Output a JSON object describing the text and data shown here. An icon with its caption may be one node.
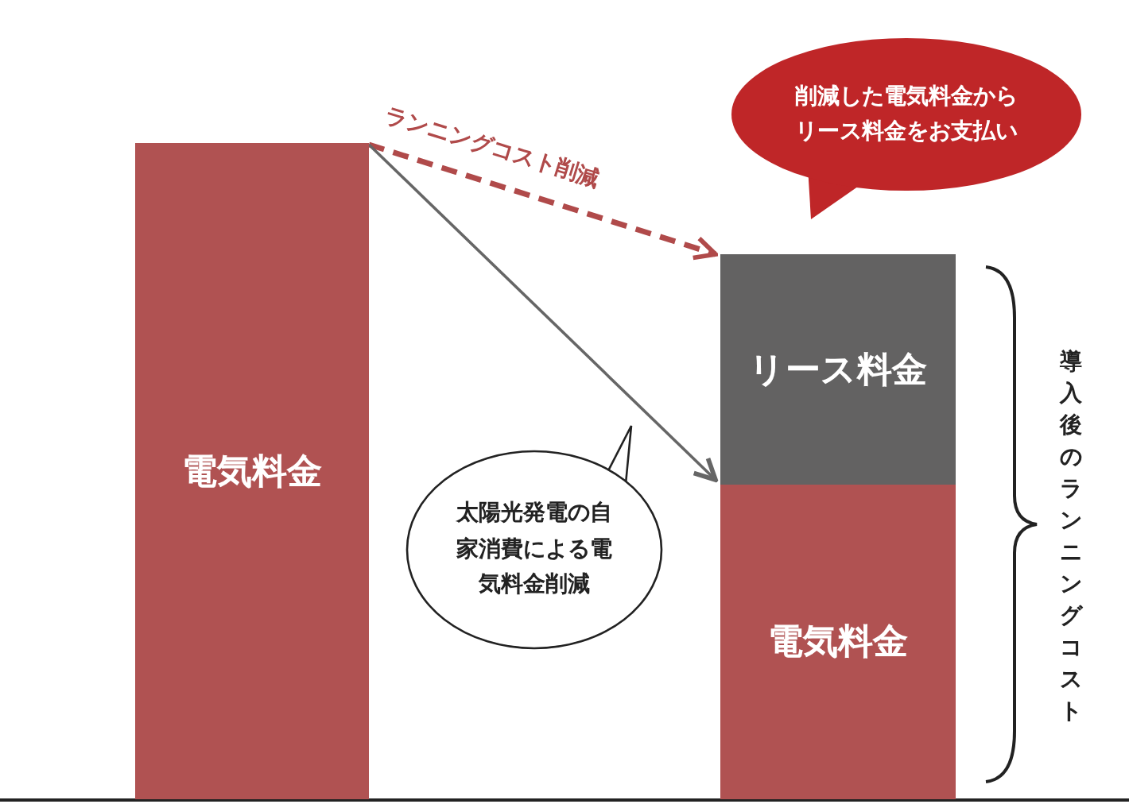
{
  "diagram": {
    "nodes": [
      {
        "text": [
          "電気料金"
        ]
      },
      {
        "text": [
          "リース料金"
        ]
      },
      {
        "text": [
          "電気料金"
        ]
      },
      {
        "text": [
          "削減した電気料金からリース料金をお支払い"
        ]
      },
      {
        "text": [
          "太陽光発電の自家消費による電気料金削減"
        ]
      }
    ],
    "edges": [
      {
        "from": 0,
        "to": 1,
        "arrow": "to",
        "label": "ランニングコスト削減",
        "style": "dashed",
        "color": "#b04a4a"
      },
      {
        "from": 0,
        "to": 2,
        "arrow": "to"
      }
    ],
    "labels": [
      "導入後のランニングコスト"
    ]
  }
}
